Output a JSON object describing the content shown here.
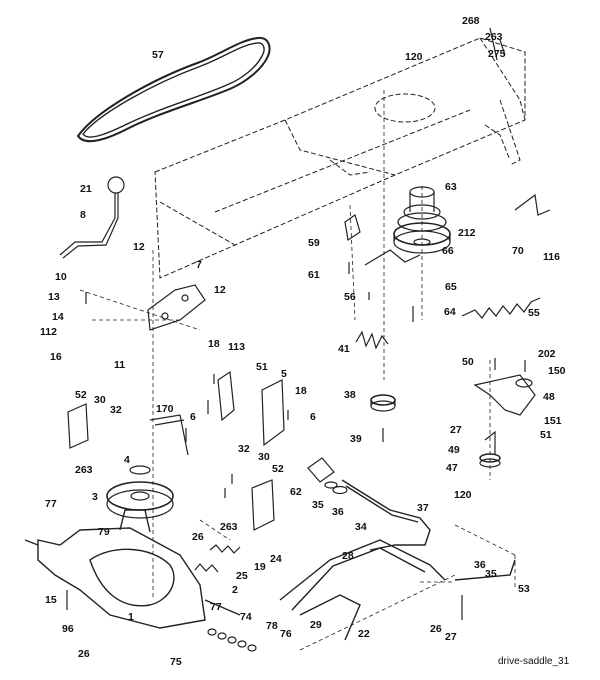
{
  "caption": "drive-saddle_31",
  "labels": [
    "268",
    "263",
    "275",
    "57",
    "120",
    "63",
    "21",
    "8",
    "212",
    "70",
    "59",
    "66",
    "116",
    "12",
    "10",
    "7",
    "61",
    "65",
    "56",
    "64",
    "55",
    "13",
    "12",
    "14",
    "112",
    "41",
    "50",
    "202",
    "150",
    "16",
    "11",
    "18",
    "113",
    "51",
    "5",
    "18",
    "38",
    "48",
    "52",
    "30",
    "32",
    "170",
    "6",
    "6",
    "151",
    "39",
    "27",
    "51",
    "49",
    "263",
    "4",
    "47",
    "120",
    "32",
    "30",
    "52",
    "62",
    "35",
    "36",
    "3",
    "37",
    "77",
    "79",
    "263",
    "34",
    "26",
    "25",
    "19",
    "24",
    "2",
    "28",
    "36",
    "35",
    "53",
    "15",
    "77",
    "74",
    "29",
    "96",
    "78",
    "76",
    "22",
    "26",
    "27",
    "75",
    "1",
    "26"
  ]
}
